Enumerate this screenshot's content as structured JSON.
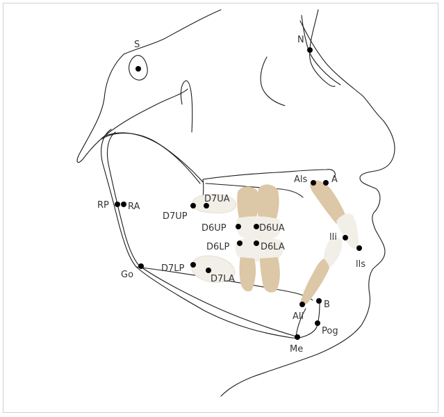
{
  "colors": {
    "line": "#1a1a1a",
    "landmark": "#000000",
    "tooth_root": "#dcc7a6",
    "tooth_crown": "#f2efe8",
    "label": "#333333"
  },
  "landmarks": [
    {
      "key": "S",
      "label": "S"
    },
    {
      "key": "N",
      "label": "N"
    },
    {
      "key": "Als",
      "label": "Als"
    },
    {
      "key": "A",
      "label": "A"
    },
    {
      "key": "RP",
      "label": "RP"
    },
    {
      "key": "RA",
      "label": "RA"
    },
    {
      "key": "D7UA",
      "label": "D7UA"
    },
    {
      "key": "D7UP",
      "label": "D7UP"
    },
    {
      "key": "D6UP",
      "label": "D6UP"
    },
    {
      "key": "D6UA",
      "label": "D6UA"
    },
    {
      "key": "D6LP",
      "label": "D6LP"
    },
    {
      "key": "D6LA",
      "label": "D6LA"
    },
    {
      "key": "lli",
      "label": "lli"
    },
    {
      "key": "lls",
      "label": "lls"
    },
    {
      "key": "D7LP",
      "label": "D7LP"
    },
    {
      "key": "D7LA",
      "label": "D7LA"
    },
    {
      "key": "Go",
      "label": "Go"
    },
    {
      "key": "B",
      "label": "B"
    },
    {
      "key": "Ali",
      "label": "Ali"
    },
    {
      "key": "Pog",
      "label": "Pog"
    },
    {
      "key": "Me",
      "label": "Me"
    }
  ]
}
